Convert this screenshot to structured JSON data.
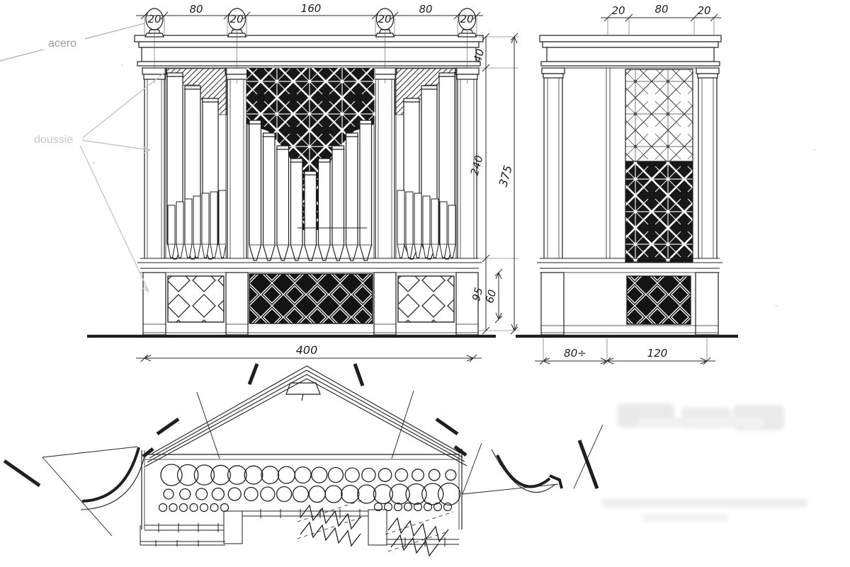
{
  "colors": {
    "ink": "#1f1f1f",
    "paper": "#ffffff",
    "label_dark": "#9b9b9b",
    "label_light": "#c6c6c6"
  },
  "labels": {
    "acero": "acero",
    "doussie": "doussie"
  },
  "front_elevation": {
    "dims_top": [
      "20",
      "80",
      "20",
      "160",
      "20",
      "80",
      "20"
    ],
    "dims_height": {
      "cornice": "40",
      "body": "240",
      "base": "95",
      "panel": "60",
      "total": "375"
    },
    "dim_width": "400"
  },
  "side_elevation": {
    "dims_top": [
      "20",
      "80",
      "20"
    ],
    "dims_depth": {
      "front": "80÷",
      "back": "120"
    }
  }
}
